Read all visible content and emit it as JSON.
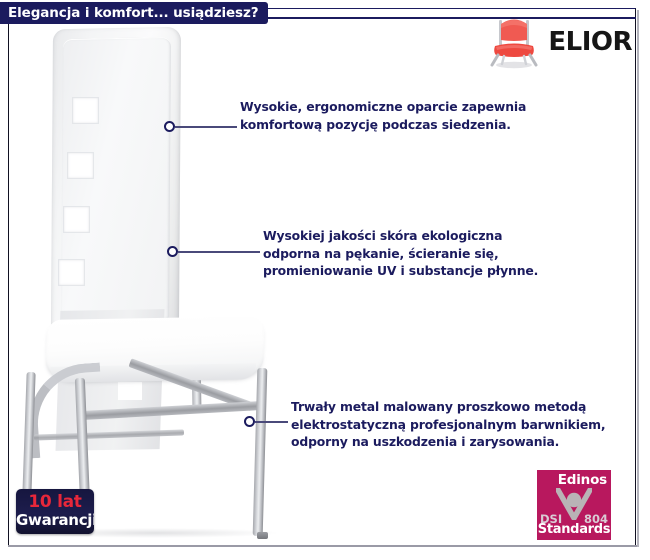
{
  "header": {
    "title": "Elegancja i komfort... usiądziesz?"
  },
  "brand": {
    "name": "ELIOR",
    "logo_icon": "red-chair-icon",
    "chair_color": "#ef4a45",
    "text_color": "#161616"
  },
  "product_photo": {
    "alt_name": "white-eco-leather-chair",
    "upholstery_color": "#f7f8f9",
    "frame_color": "#b4b6bb"
  },
  "callouts": [
    {
      "id": "backrest",
      "text": "Wysokie, ergonomiczne oparcie zapewnia\nkomfortową pozycję podczas siedzenia."
    },
    {
      "id": "eco-leather",
      "text": "Wysokiej jakości skóra ekologiczna\nodporna na pękanie, ścieranie się,\npromieniowanie UV i substancje płynne."
    },
    {
      "id": "metal-frame",
      "text": "Trwały metal malowany proszkowo metodą\nelektrostatyczną profesjonalnym barwnikiem,\nodporny na uszkodzenia i zarysowania."
    }
  ],
  "badges": {
    "warranty": {
      "line1": "10 lat",
      "line2": "Gwarancji",
      "line1_color": "#e8273a",
      "line2_color": "#ffffff",
      "background": "#1b1b4d"
    },
    "certificate": {
      "title": "Edinos",
      "left_code": "DSI",
      "right_code": "804",
      "subtitle": "Standards",
      "background": "#b8185e"
    }
  },
  "colors": {
    "accent_navy": "#1b1b5e",
    "page_background": "#ffffff",
    "frame_border": "#111122"
  }
}
